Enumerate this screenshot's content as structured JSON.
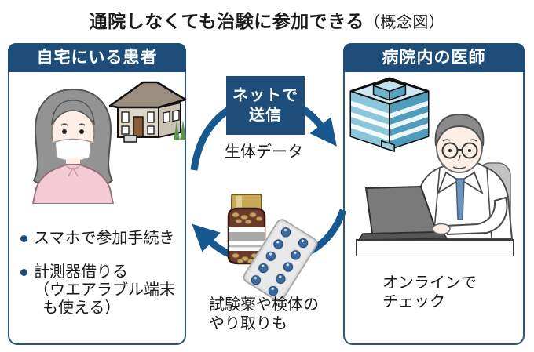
{
  "title": {
    "main": "通院しなくても治験に参加できる",
    "suffix": "（概念図）"
  },
  "left_panel": {
    "header": "自宅にいる患者",
    "bullet1": "スマホで参加手続き",
    "bullet2_line1": "計測器借りる",
    "bullet2_line2": "（ウエアラブル端末",
    "bullet2_line3": "も使える）"
  },
  "right_panel": {
    "header": "病院内の医師",
    "caption_line1": "オンラインで",
    "caption_line2": "チェック"
  },
  "center": {
    "send_box_line1": "ネットで",
    "send_box_line2": "送信",
    "data_label": "生体データ",
    "exchange_line1": "試験薬や検体の",
    "exchange_line2": "やり取りも"
  },
  "icons": {
    "patient": "masked-woman-illustration",
    "house": "house-icon",
    "hospital": "hospital-building-icon",
    "doctor": "doctor-at-laptop-illustration",
    "bottle": "medicine-bottle-icon",
    "blister": "pill-blister-pack-icon",
    "arrow_send": "clockwise-send-arrow-icon",
    "arrow_return": "counterclockwise-return-arrow-icon"
  },
  "colors": {
    "accent_blue": "#1d4d78",
    "arrow_blue": "#17598f",
    "panel_border": "#31537b",
    "patient_pink": "#f2cbd5",
    "building_teal": "#4f9dbc",
    "bottle_brown": "#6b3a2c",
    "pill_blue": "#3a699f",
    "text": "#1a1a1a",
    "background": "#ffffff"
  }
}
